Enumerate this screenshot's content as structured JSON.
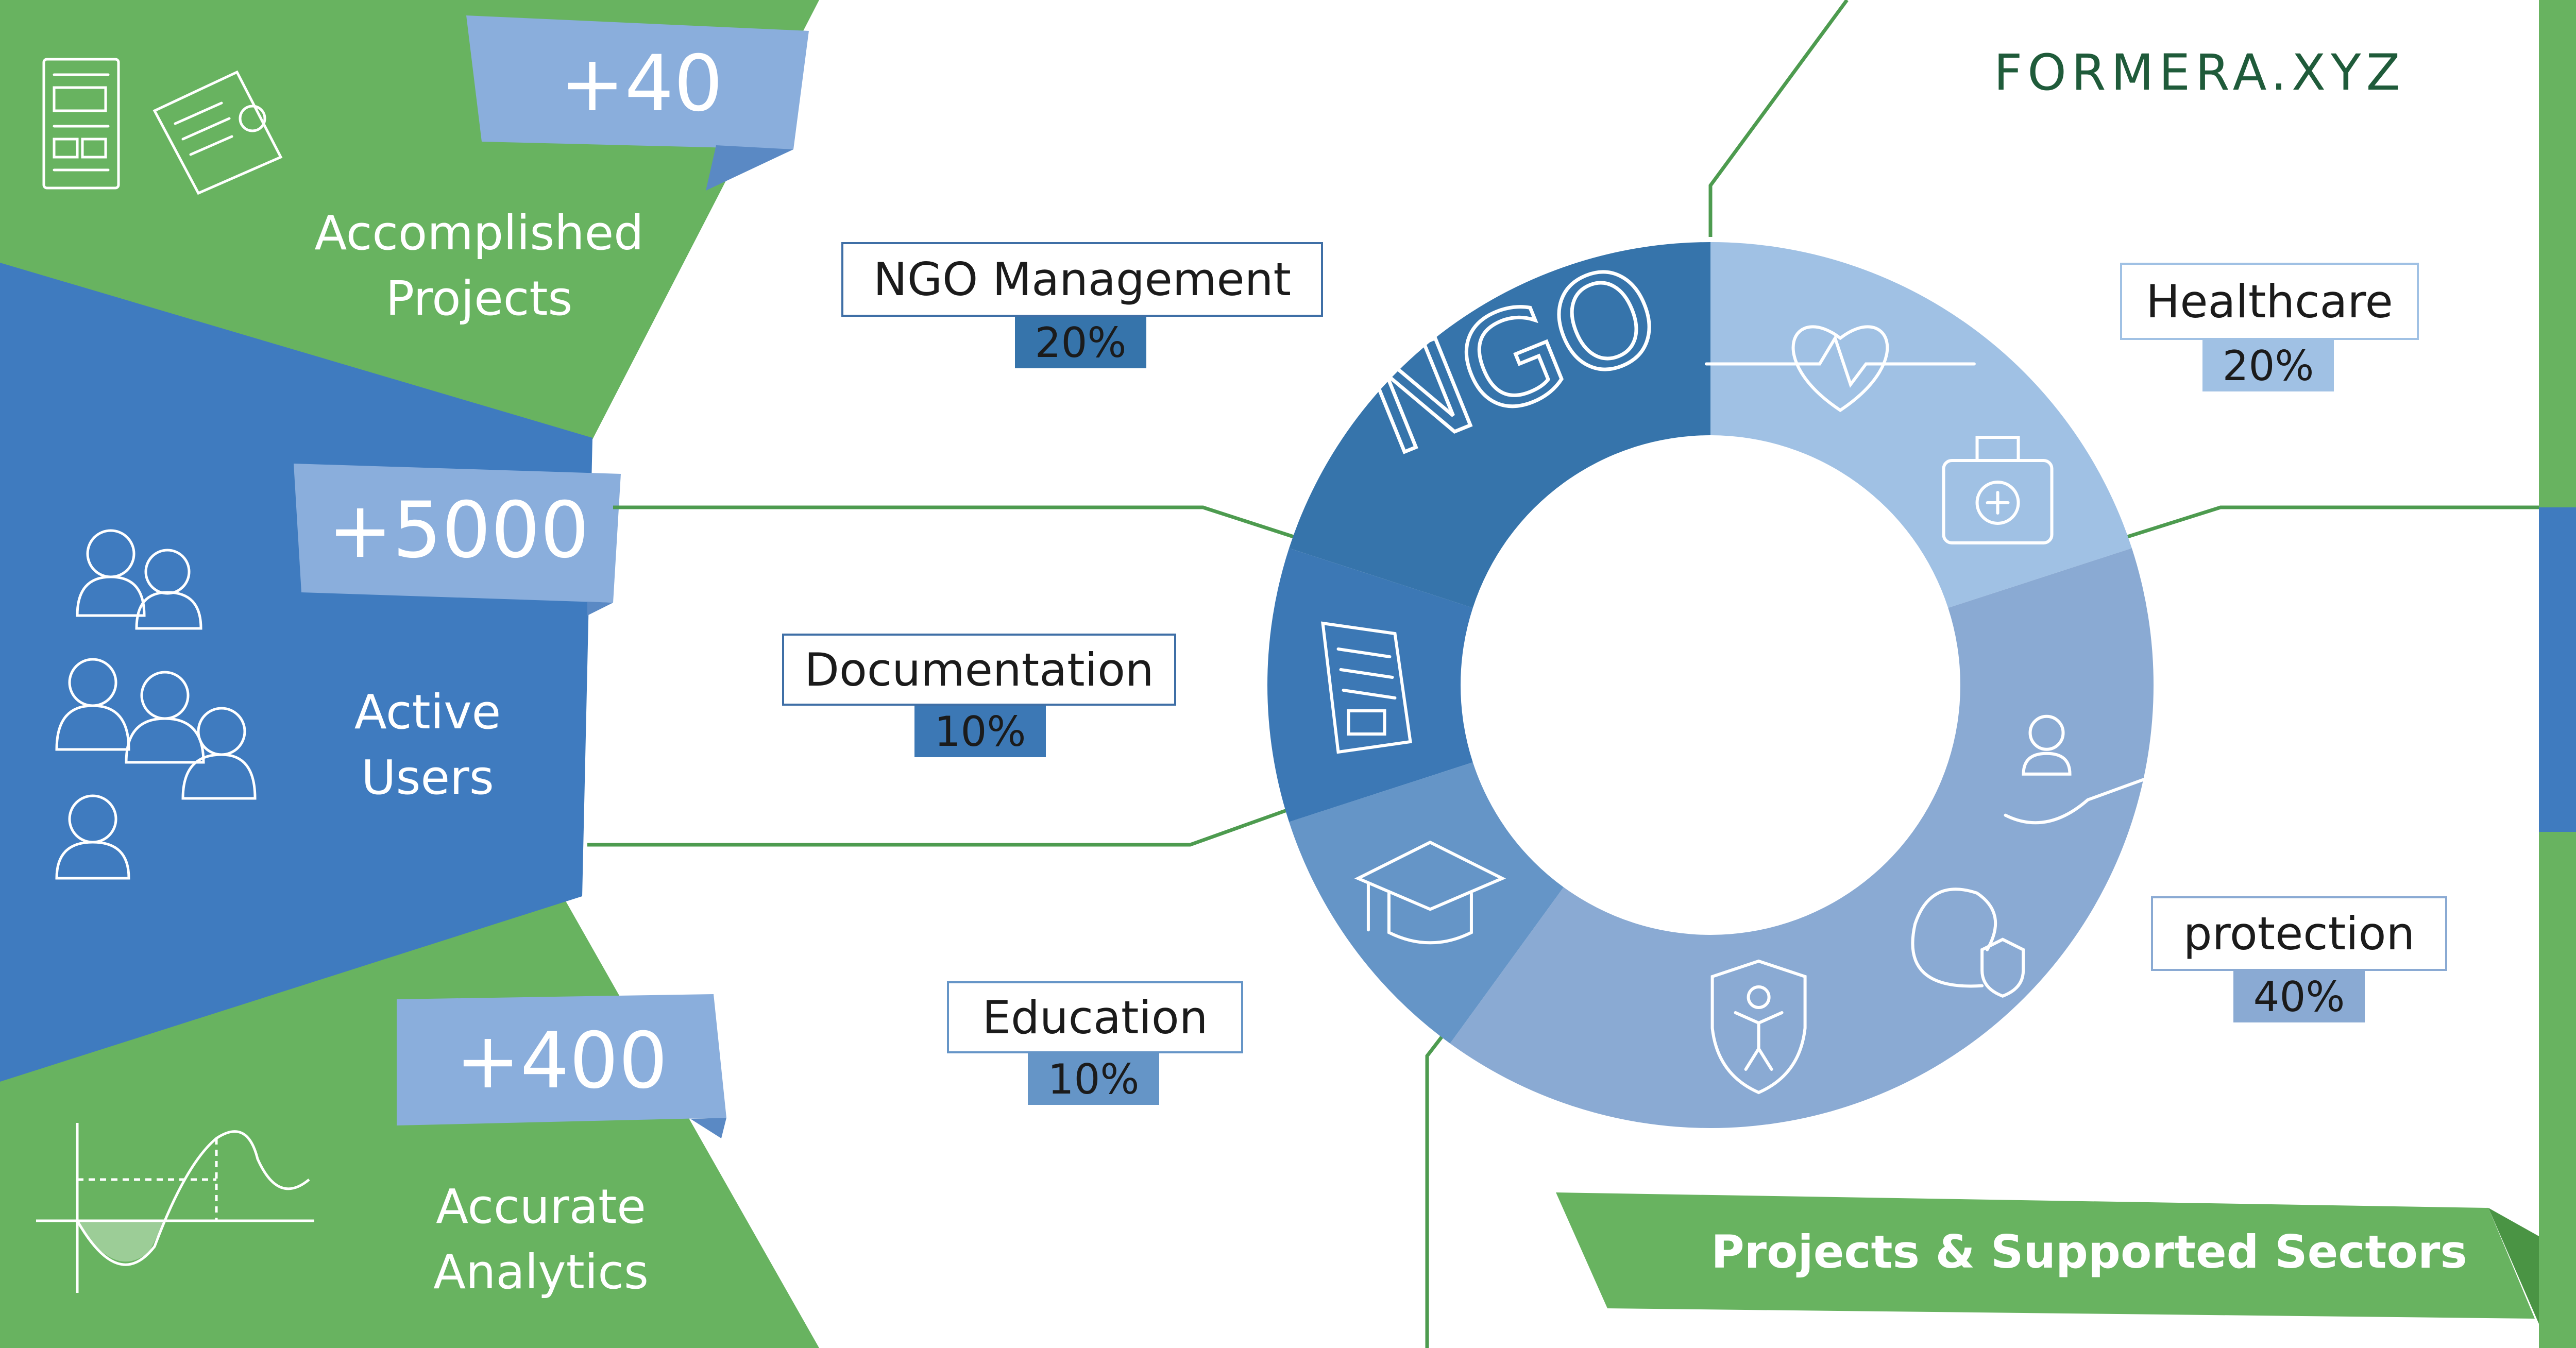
{
  "brand": {
    "logo": "FORMERA.XYZ",
    "title": "Projects & Supported Sectors"
  },
  "stats": [
    {
      "value": "+40",
      "caption_lines": [
        "Accomplished",
        "Projects"
      ],
      "icon": "documents-icon"
    },
    {
      "value": "+5000",
      "caption_lines": [
        "Active",
        "Users"
      ],
      "icon": "users-icon"
    },
    {
      "value": "+400",
      "caption_lines": [
        "Accurate",
        "Analytics"
      ],
      "icon": "analytics-chart-icon"
    }
  ],
  "chart_data": {
    "type": "pie",
    "center_label": "NGO",
    "slices": [
      {
        "label": "NGO Management",
        "percent_label": "20%",
        "value": 20,
        "color": "#3674ab",
        "icon": "ngo-lettering-icon"
      },
      {
        "label": "Healthcare",
        "percent_label": "20%",
        "value": 20,
        "color": "#a0c1e4",
        "icon": "heart-medkit-icon"
      },
      {
        "label": "protection",
        "percent_label": "40%",
        "value": 40,
        "color": "#8aaad3",
        "icon": "protection-icon"
      },
      {
        "label": "Education",
        "percent_label": "10%",
        "value": 10,
        "color": "#6595c7",
        "icon": "graduation-cap-icon"
      },
      {
        "label": "Documentation",
        "percent_label": "10%",
        "value": 10,
        "color": "#3c78b5",
        "icon": "document-icon"
      }
    ]
  },
  "colors": {
    "green": "#68b360",
    "blue": "#3f7bbf",
    "light_blue": "#8aaedc",
    "logo_green": "#1f5b3a"
  }
}
